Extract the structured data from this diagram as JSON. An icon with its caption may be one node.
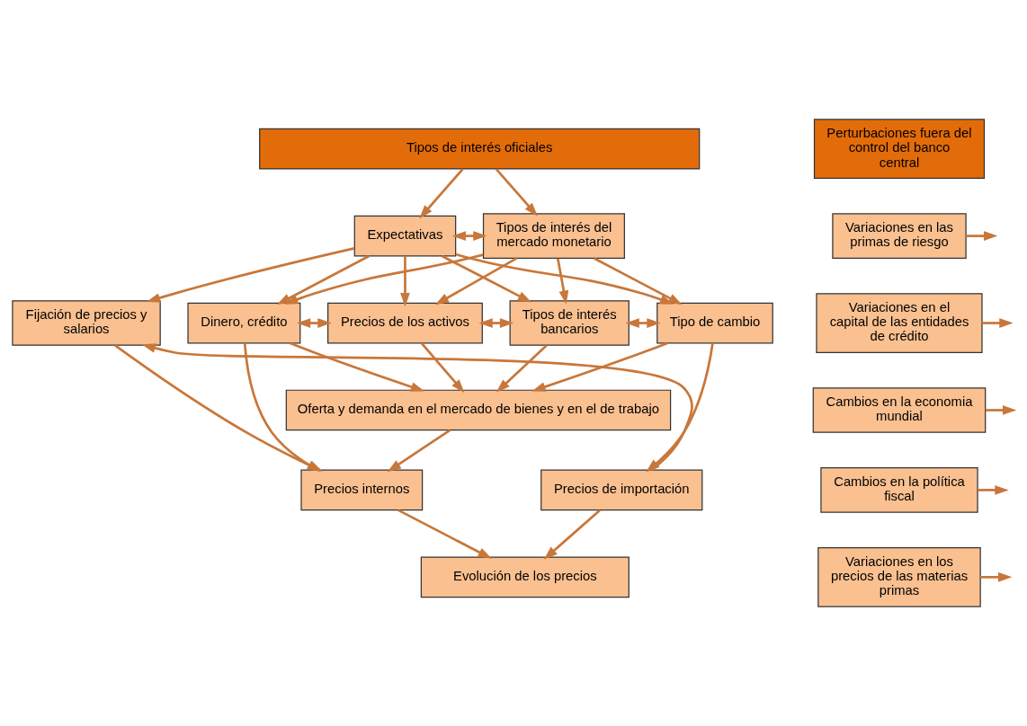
{
  "diagram": {
    "nodes": [
      {
        "text": [
          "Tipos de interés oficiales"
        ]
      },
      {
        "text": [
          "Perturbaciones fuera del control del banco central"
        ]
      },
      {
        "text": [
          "Expectativas"
        ]
      },
      {
        "text": [
          "Tipos de interés del mercado monetario"
        ]
      },
      {
        "text": [
          "Variaciones en las primas de riesgo"
        ]
      },
      {
        "text": [
          "Dinero, crédito"
        ]
      },
      {
        "text": [
          "Precios de los activos"
        ]
      },
      {
        "text": [
          "Tipos de interés bancarios"
        ]
      },
      {
        "text": [
          "Tipo de cambio"
        ]
      },
      {
        "text": [
          "Variaciones en el capital de las entidades de crédito"
        ]
      },
      {
        "text": [
          "Fijación de precios y salarios"
        ]
      },
      {
        "text": [
          "Oferta y demanda en el mercado de bienes y en el de trabajo"
        ]
      },
      {
        "text": [
          "Cambios en la economia mundial"
        ]
      },
      {
        "text": [
          "Precios internos"
        ]
      },
      {
        "text": [
          "Precios de importación"
        ]
      },
      {
        "text": [
          "Cambios en la política fiscal"
        ]
      },
      {
        "text": [
          "Evolución de los precios"
        ]
      },
      {
        "text": [
          "Variaciones en los precios de las materias primas"
        ]
      }
    ],
    "edges": [
      {
        "from": 0,
        "to": 2,
        "arrow": "to"
      },
      {
        "from": 0,
        "to": 3,
        "arrow": "to"
      },
      {
        "from": 2,
        "to": 3,
        "arrow": "both"
      },
      {
        "from": 2,
        "to": 5,
        "arrow": "to"
      },
      {
        "from": 2,
        "to": 6,
        "arrow": "to"
      },
      {
        "from": 2,
        "to": 7,
        "arrow": "to"
      },
      {
        "from": 2,
        "to": 8,
        "arrow": "to"
      },
      {
        "from": 3,
        "to": 5,
        "arrow": "to"
      },
      {
        "from": 3,
        "to": 6,
        "arrow": "to"
      },
      {
        "from": 3,
        "to": 7,
        "arrow": "to"
      },
      {
        "from": 3,
        "to": 8,
        "arrow": "to"
      },
      {
        "from": 5,
        "to": 6,
        "arrow": "both"
      },
      {
        "from": 6,
        "to": 7,
        "arrow": "both"
      },
      {
        "from": 7,
        "to": 8,
        "arrow": "both"
      },
      {
        "from": 2,
        "to": 10,
        "arrow": "to"
      },
      {
        "from": 5,
        "to": 13,
        "arrow": "to"
      },
      {
        "from": 5,
        "to": 11,
        "arrow": "to"
      },
      {
        "from": 6,
        "to": 11,
        "arrow": "to"
      },
      {
        "from": 7,
        "to": 11,
        "arrow": "to"
      },
      {
        "from": 8,
        "to": 11,
        "arrow": "to"
      },
      {
        "from": 8,
        "to": 14,
        "arrow": "to"
      },
      {
        "from": 11,
        "to": 13,
        "arrow": "to"
      },
      {
        "from": 14,
        "to": 10,
        "arrow": "to"
      },
      {
        "from": 10,
        "to": 13,
        "arrow": "to"
      },
      {
        "from": 13,
        "to": 16,
        "arrow": "to"
      },
      {
        "from": 14,
        "to": 16,
        "arrow": "to"
      },
      {
        "from": 4,
        "to": null,
        "arrow": "to"
      },
      {
        "from": 9,
        "to": null,
        "arrow": "to"
      },
      {
        "from": 12,
        "to": null,
        "arrow": "to"
      },
      {
        "from": 15,
        "to": null,
        "arrow": "to"
      },
      {
        "from": 17,
        "to": null,
        "arrow": "to"
      }
    ]
  }
}
